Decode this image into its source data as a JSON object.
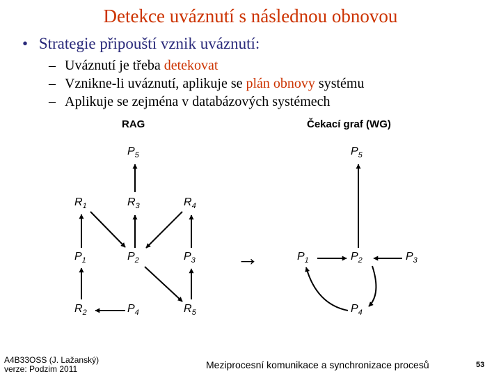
{
  "slide": {
    "title": "Detekce uváznutí s následnou obnovou",
    "bullet_marker": "•",
    "bullet": "Strategie připouští vznik uváznutí:",
    "sub_items": [
      {
        "dash": "–",
        "pre": "Uváznutí je třeba ",
        "hl": "detekovat",
        "post": ""
      },
      {
        "dash": "–",
        "pre": "Vznikne-li uváznutí, aplikuje se ",
        "hl": "plán obnovy",
        "post": " systému"
      },
      {
        "dash": "–",
        "pre": "Aplikuje se zejména v databázových systémech",
        "hl": "",
        "post": ""
      }
    ]
  },
  "rag": {
    "label": "RAG",
    "nodes": {
      "P5": {
        "main": "P",
        "sub": "5"
      },
      "R1": {
        "main": "R",
        "sub": "1"
      },
      "R3": {
        "main": "R",
        "sub": "3"
      },
      "R4": {
        "main": "R",
        "sub": "4"
      },
      "P1": {
        "main": "P",
        "sub": "1"
      },
      "P2": {
        "main": "P",
        "sub": "2"
      },
      "P3": {
        "main": "P",
        "sub": "3"
      },
      "R2": {
        "main": "R",
        "sub": "2"
      },
      "P4": {
        "main": "P",
        "sub": "4"
      },
      "R5": {
        "main": "R",
        "sub": "5"
      }
    }
  },
  "transform_arrow": "→",
  "wg": {
    "label": "Čekací graf (WG)",
    "nodes": {
      "P5": {
        "main": "P",
        "sub": "5"
      },
      "P1": {
        "main": "P",
        "sub": "1"
      },
      "P2": {
        "main": "P",
        "sub": "2"
      },
      "P3": {
        "main": "P",
        "sub": "3"
      },
      "P4": {
        "main": "P",
        "sub": "4"
      }
    }
  },
  "footer": {
    "course": "A4B33OSS (J. Lažanský)",
    "version": "verze: Podzim 2011",
    "topic": "Meziprocesní komunikace a synchronizace procesů",
    "page": "53"
  }
}
